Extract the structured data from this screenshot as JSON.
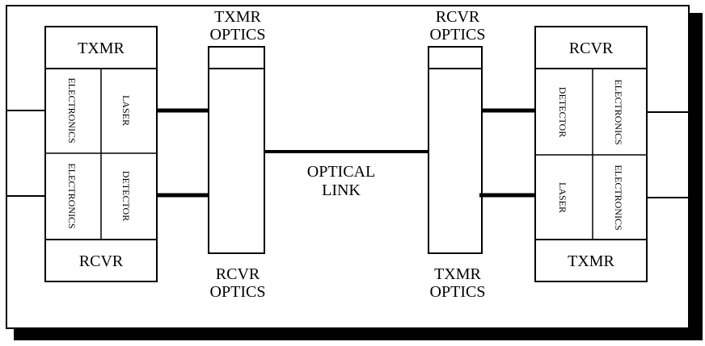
{
  "left_unit": {
    "top_label": "TXMR",
    "bottom_label": "RCVR",
    "top_left_cell": "ELECTRONICS",
    "top_right_cell": "LASER",
    "bottom_left_cell": "ELECTRONICS",
    "bottom_right_cell": "DETECTOR"
  },
  "right_unit": {
    "top_label": "RCVR",
    "bottom_label": "TXMR",
    "top_left_cell": "DETECTOR",
    "top_right_cell": "ELECTRONICS",
    "bottom_left_cell": "LASER",
    "bottom_right_cell": "ELECTRONICS"
  },
  "left_optics": {
    "top_line1": "TXMR",
    "top_line2": "OPTICS",
    "bottom_line1": "RCVR",
    "bottom_line2": "OPTICS"
  },
  "right_optics": {
    "top_line1": "RCVR",
    "top_line2": "OPTICS",
    "bottom_line1": "TXMR",
    "bottom_line2": "OPTICS"
  },
  "link": {
    "line1": "OPTICAL",
    "line2": "LINK"
  }
}
